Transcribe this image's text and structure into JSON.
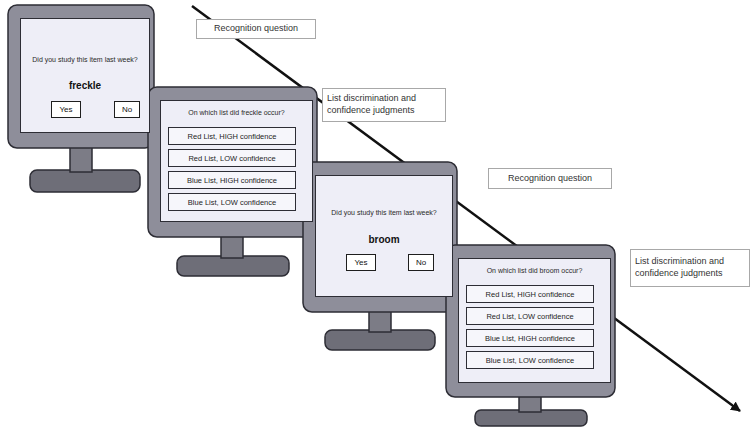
{
  "diagram": {
    "nodes": [
      {
        "text": [
          "Did you study this item last week?",
          "freckle"
        ]
      },
      {
        "text": [
          "Yes"
        ],
        "in": 0
      },
      {
        "text": [
          "No"
        ],
        "in": 0
      },
      {
        "text": [
          "Recognition question"
        ]
      },
      {
        "text": [
          "On which list did freckle occur?"
        ]
      },
      {
        "text": [
          "Red List, HIGH confidence"
        ],
        "in": 4
      },
      {
        "text": [
          "Red List, LOW confidence"
        ],
        "in": 4
      },
      {
        "text": [
          "Blue List, HIGH confidence"
        ],
        "in": 4
      },
      {
        "text": [
          "Blue List, LOW confidence"
        ],
        "in": 4
      },
      {
        "text": [
          "List discrimination and confidence judgments"
        ]
      },
      {
        "text": [
          "Did you study this item last week?",
          "broom"
        ]
      },
      {
        "text": [
          "Yes"
        ],
        "in": 10
      },
      {
        "text": [
          "No"
        ],
        "in": 10
      },
      {
        "text": [
          "Recognition question"
        ]
      },
      {
        "text": [
          "On which list did broom occur?"
        ]
      },
      {
        "text": [
          "Red List, HIGH confidence"
        ],
        "in": 14
      },
      {
        "text": [
          "Red List, LOW confidence"
        ],
        "in": 14
      },
      {
        "text": [
          "Blue List, HIGH confidence"
        ],
        "in": 14
      },
      {
        "text": [
          "Blue List, LOW confidence"
        ],
        "in": 14
      },
      {
        "text": [
          "List discrimination and confidence judgments"
        ]
      }
    ]
  }
}
